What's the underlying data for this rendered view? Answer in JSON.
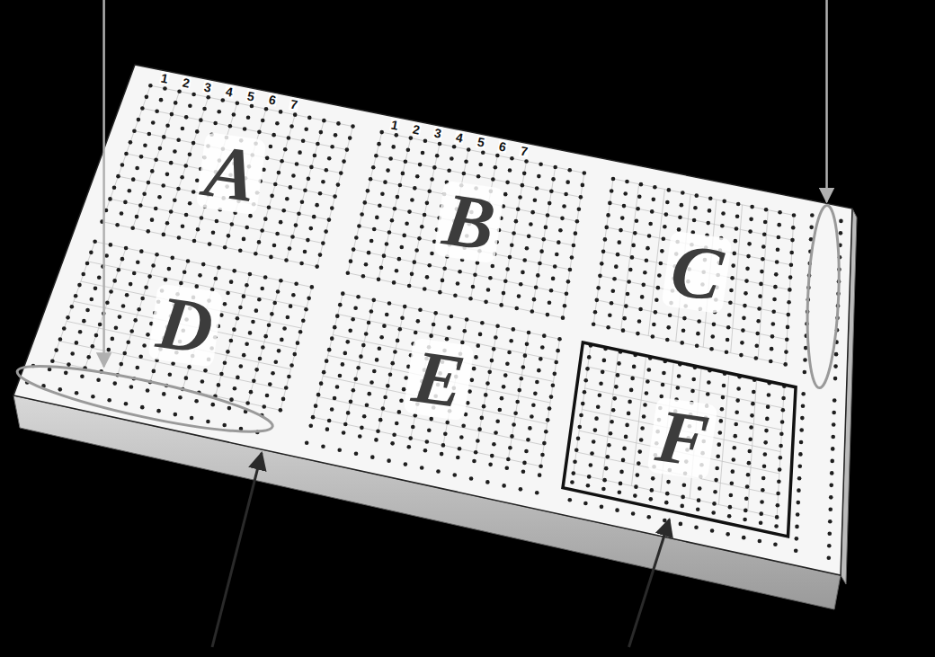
{
  "diagram": {
    "nodes": [
      {
        "text": [
          "F"
        ]
      }
    ],
    "labels": [
      "A",
      "B",
      "C",
      "D",
      "E",
      "1",
      "2",
      "3",
      "4",
      "5",
      "6",
      "7",
      "1",
      "2",
      "3",
      "4",
      "5",
      "6",
      "7"
    ]
  }
}
